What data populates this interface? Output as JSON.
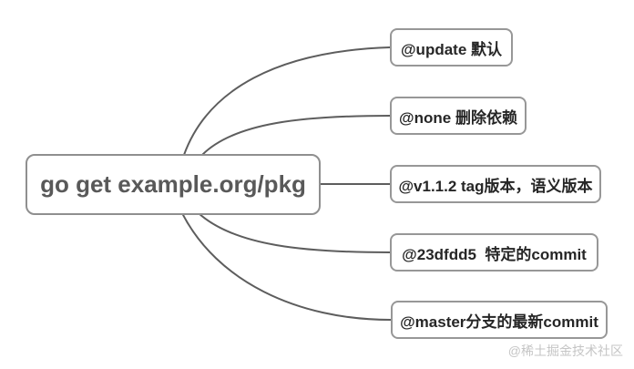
{
  "diagram": {
    "type": "mindmap",
    "root": {
      "label": "go get example.org/pkg"
    },
    "branches": [
      {
        "label": "@update 默认"
      },
      {
        "label": "@none 删除依赖"
      },
      {
        "label": "@v1.1.2 tag版本，语义版本"
      },
      {
        "label": "@23dfdd5  特定的commit"
      },
      {
        "label": "@master分支的最新commit"
      }
    ],
    "watermark": "@稀土掘金技术社区",
    "colors": {
      "background": "#ffffff",
      "node_border": "#8f8f8f",
      "root_text": "#595959",
      "branch_text": "#262626",
      "connector_line": "#5d5d5d",
      "watermark_text": "#c5c5c5"
    }
  }
}
